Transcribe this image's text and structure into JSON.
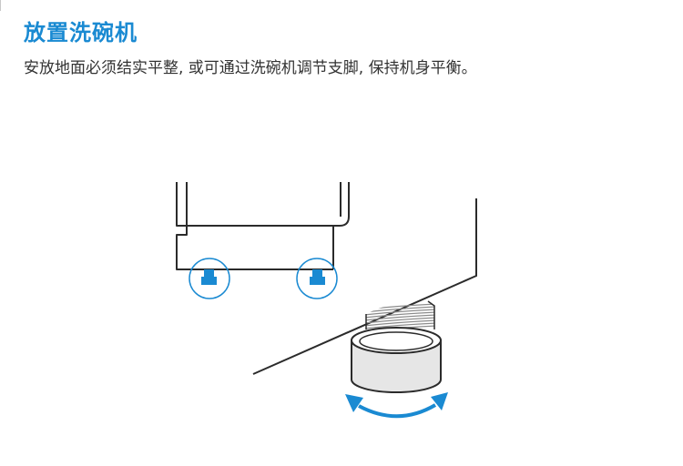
{
  "heading": "放置洗碗机",
  "instruction": "安放地面必须结实平整, 或可通过洗碗机调节支脚, 保持机身平衡。",
  "colors": {
    "accent": "#1a8ad2",
    "line": "#2b2b2b",
    "foot_fill": "#e6e6e6"
  },
  "icons": {
    "rotation_arrow": "double-headed-curved-arrow"
  }
}
